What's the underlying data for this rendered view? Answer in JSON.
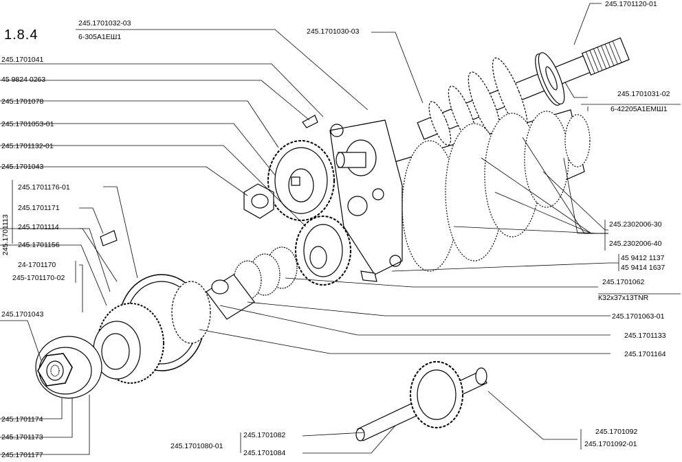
{
  "figure_number": "1.8.4",
  "labels": {
    "l01": "245.1701120-01",
    "l02": "245.1701032-03",
    "l03": "6-305А1ЕШ1",
    "l04": "245.1701030-03",
    "l05": "245.1701041",
    "l06": "45 9824 0263",
    "l07": "245.1701078",
    "l08": "245.1701053-01",
    "l09": "245.1701132-01",
    "l10": "245.1701043",
    "l11": "245.1701176-01",
    "l12": "245.1701171",
    "l13": "245.1701114",
    "l14": "245.1701156",
    "l15": "24-1701170",
    "l16": "245-1701170-02",
    "l17": "245.1701043",
    "l18": "245.1701113",
    "l19": "245.1701031-02",
    "l20": "6-42205А1ЕМШ1",
    "l21": "245.2302006-30",
    "l22": "245.2302006-40",
    "l23": "45 9412 1137",
    "l24": "45 9414 1637",
    "l25": "245.1701062",
    "l26": "К32х37х13TNR",
    "l27": "245.1701063-01",
    "l28": "245.1701133",
    "l29": "245.1701164",
    "l30": "245.1701174",
    "l31": "245.1701173",
    "l32": "245.1701177",
    "l33": "245.1701080-01",
    "l34": "245.1701082",
    "l35": "245.1701084",
    "l36": "245.1701092",
    "l37": "245.1701092-01"
  }
}
